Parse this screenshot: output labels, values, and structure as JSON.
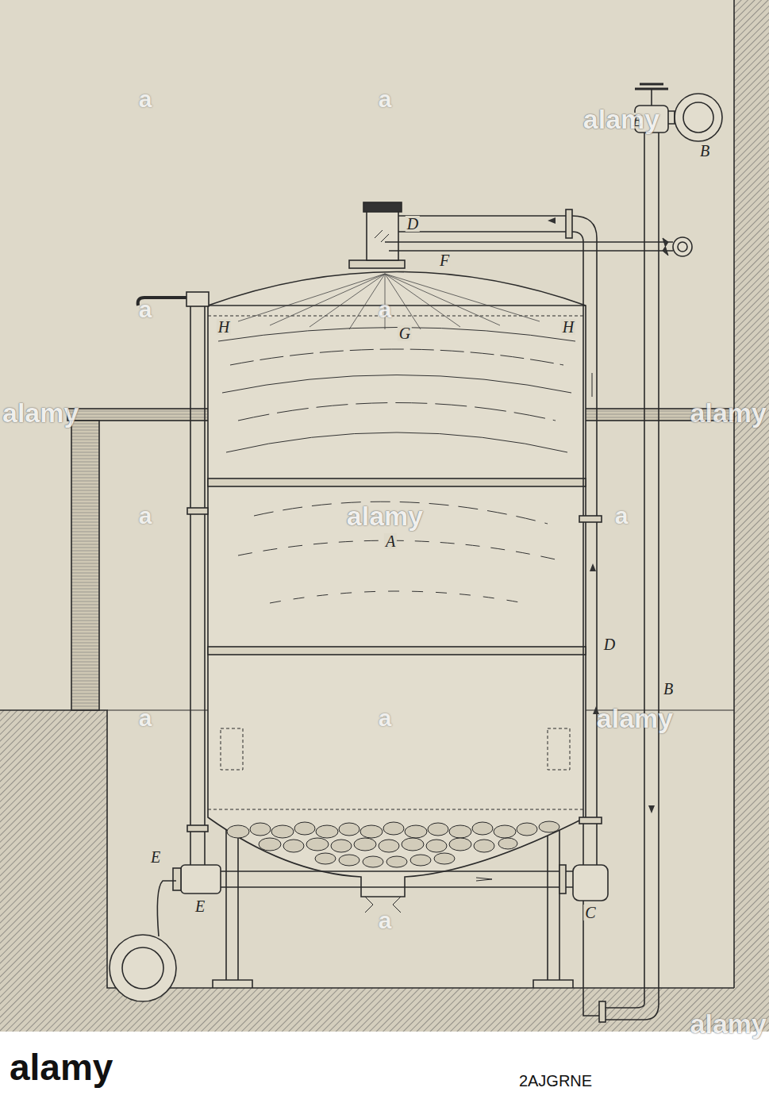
{
  "diagram": {
    "labels": [
      "E",
      "B",
      "D",
      "F",
      "G",
      "H",
      "H",
      "A",
      "D",
      "B",
      "C",
      "E",
      "E",
      "alamy",
      "alamy",
      "alamy",
      "alamy",
      "alamy",
      "alamy",
      "a",
      "a",
      "a",
      "a",
      "a",
      "a",
      "a",
      "a",
      "a",
      "alamy",
      "2AJGRNE"
    ]
  }
}
